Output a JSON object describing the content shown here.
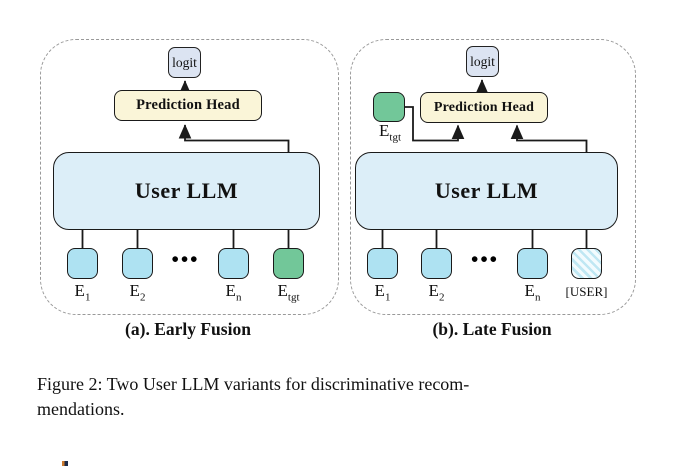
{
  "colors": {
    "token_cyan": "#aee2f2",
    "token_green": "#72c799",
    "llm_fill": "#dceef8",
    "head_fill": "#faf5d8",
    "logit_fill": "#dce4f2",
    "dashed_border": "#999999",
    "line": "#1a1a1a"
  },
  "figure": {
    "caption_line1": "Figure 2: Two User LLM variants for discriminative recom-",
    "caption_line2": "mendations."
  },
  "panels": [
    {
      "id": "a",
      "caption": "(a). Early Fusion",
      "logit_label": "logit",
      "head_label": "Prediction Head",
      "llm_label": "User LLM",
      "ellipsis": "•••",
      "tokens": [
        {
          "base": "E",
          "sub": "1",
          "type": "history"
        },
        {
          "base": "E",
          "sub": "2",
          "type": "history"
        },
        {
          "base": "E",
          "sub": "n",
          "type": "history"
        },
        {
          "base": "E",
          "sub": "tgt",
          "type": "target"
        }
      ]
    },
    {
      "id": "b",
      "caption": "(b). Late Fusion",
      "logit_label": "logit",
      "head_label": "Prediction Head",
      "llm_label": "User LLM",
      "ellipsis": "•••",
      "target_token": {
        "base": "E",
        "sub": "tgt"
      },
      "tokens": [
        {
          "base": "E",
          "sub": "1",
          "type": "history"
        },
        {
          "base": "E",
          "sub": "2",
          "type": "history"
        },
        {
          "base": "E",
          "sub": "n",
          "type": "history"
        },
        {
          "base": "[USER]",
          "sub": "",
          "type": "user-placeholder"
        }
      ]
    }
  ]
}
